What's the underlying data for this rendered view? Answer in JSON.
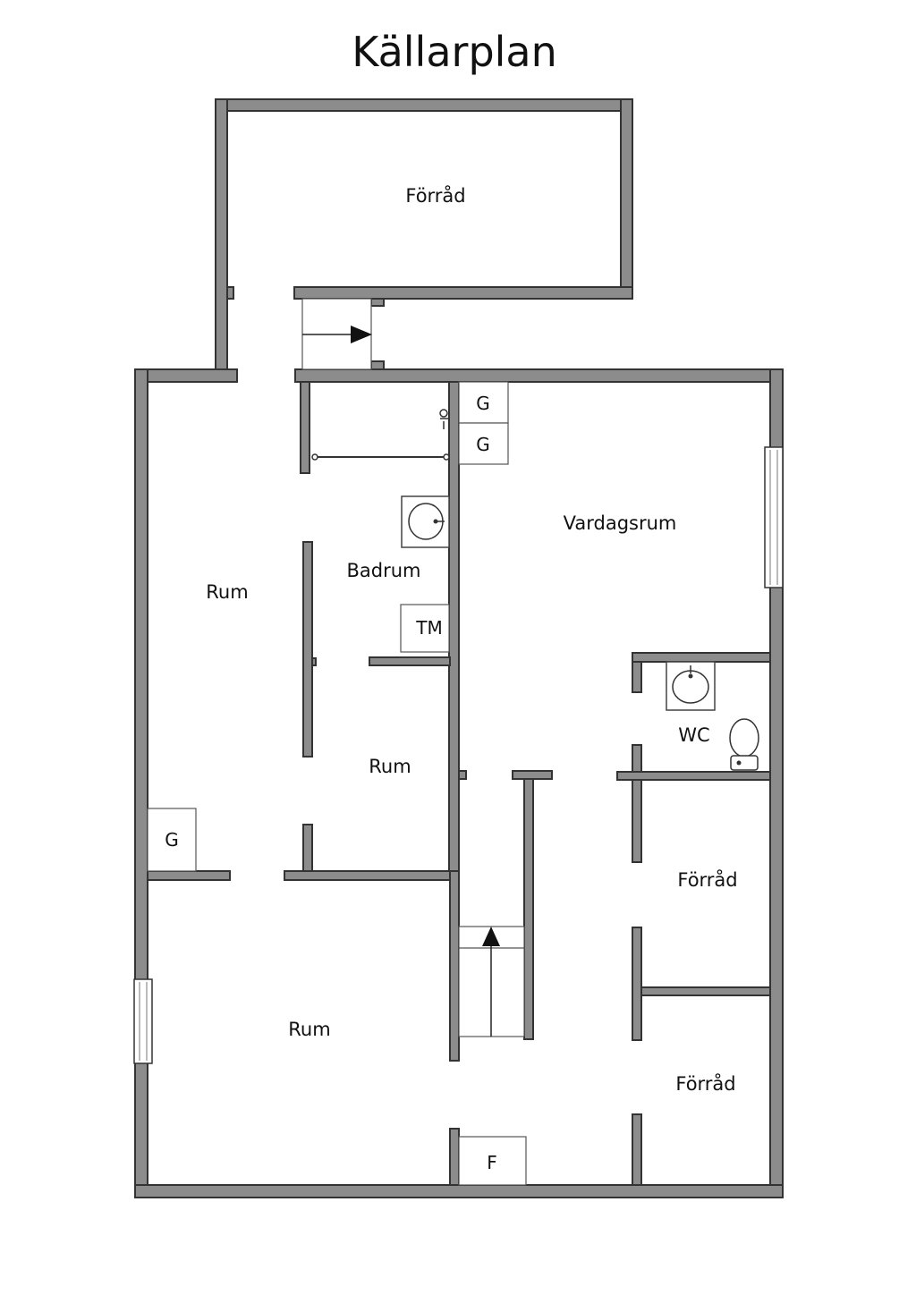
{
  "plan": {
    "title": "Källarplan",
    "rooms": {
      "forrad_top": "Förråd",
      "badrum": "Badrum",
      "vardagsrum": "Vardagsrum",
      "rum_left": "Rum",
      "rum_middle": "Rum",
      "rum_bottom": "Rum",
      "wc": "WC",
      "forrad_mid": "Förråd",
      "forrad_low": "Förråd"
    },
    "fixtures": {
      "g_top": "G",
      "g_second": "G",
      "g_left": "G",
      "tm": "TM",
      "f": "F"
    }
  }
}
